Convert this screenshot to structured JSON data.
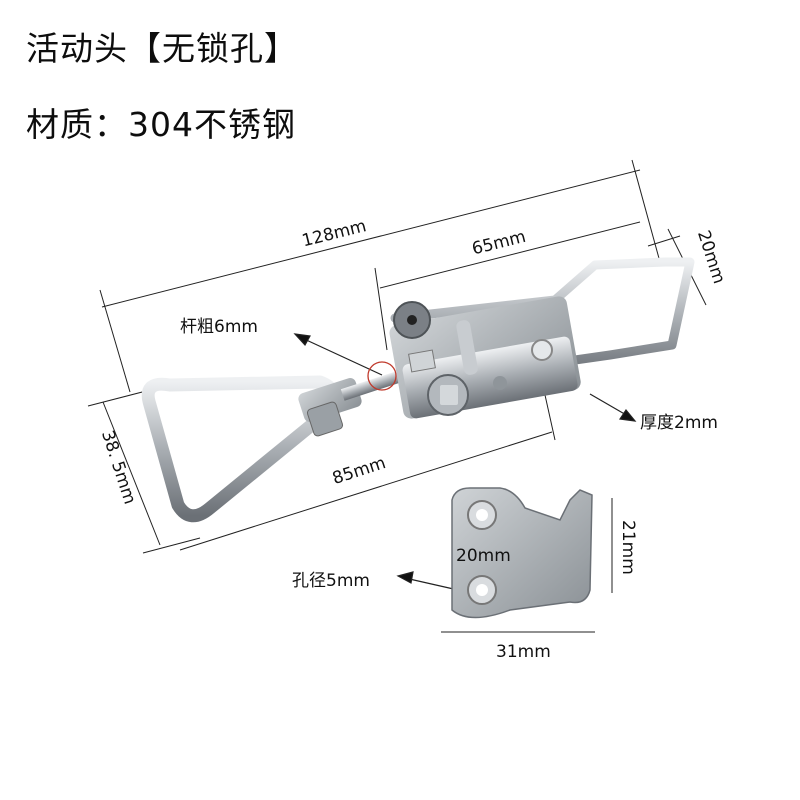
{
  "header": {
    "line1": "活动头【无锁孔】",
    "line2": "材质：304不锈钢"
  },
  "dimensions": {
    "overall_length": "128mm",
    "hook_length": "65mm",
    "hook_width": "20mm",
    "rod_diameter": "杆粗6mm",
    "thickness": "厚度2mm",
    "handle_width": "38. 5mm",
    "body_length": "85mm",
    "hole_spacing": "20mm",
    "hole_diameter": "孔径5mm",
    "plate_height": "21mm",
    "plate_width": "31mm"
  },
  "colors": {
    "background": "#ffffff",
    "steel_light": "#d9dcdf",
    "steel_mid": "#a7acb1",
    "steel_dark": "#5e6368",
    "dimension_line": "#222222",
    "highlight_circle": "#c0392b"
  }
}
